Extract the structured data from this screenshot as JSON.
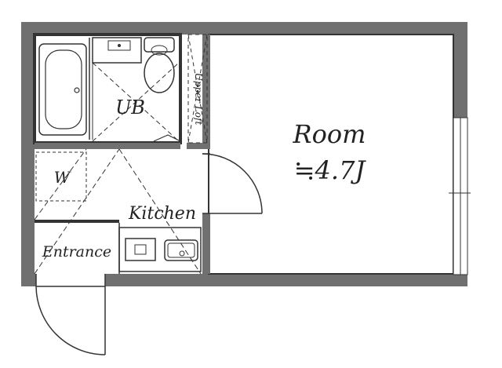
{
  "labels": {
    "room_name": "Room",
    "room_size": "≒4.7J",
    "bath": "UB",
    "loft": "Upper Loft",
    "closet": "W",
    "kitchen": "Kitchen",
    "entrance": "Entrance"
  },
  "colors": {
    "wall": "#6f6f6f",
    "wall_dark": "#333333",
    "line": "#333333",
    "background": "#ffffff"
  }
}
